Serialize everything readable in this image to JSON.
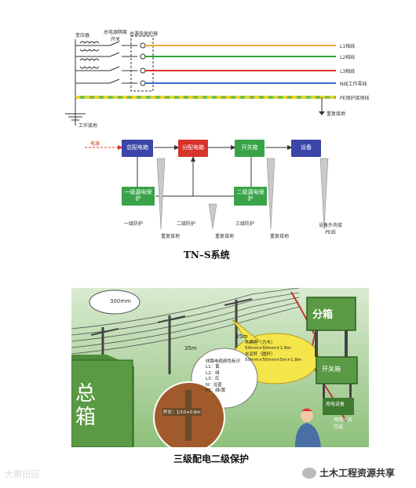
{
  "tns": {
    "transformer_label": "变压器",
    "switch_label": "总电源隔离开关",
    "leakage_label": "总漏电保护器",
    "lines": [
      {
        "label": "L1相线",
        "color": "#f2a640"
      },
      {
        "label": "L2相线",
        "color": "#33a336"
      },
      {
        "label": "L3相线",
        "color": "#d9342b"
      },
      {
        "label": "N线工作零线",
        "color": "#3b6dc9"
      },
      {
        "label": "PE保护接地线",
        "color": "#7cc043"
      }
    ],
    "work_ground": "工作接地",
    "repeat_ground": "重复接地",
    "power_in": "电源",
    "flow_boxes": [
      {
        "label": "总配电箱",
        "color": "#3b46a8"
      },
      {
        "label": "分配电箱",
        "color": "#d8332c"
      },
      {
        "label": "开关箱",
        "color": "#3aa34a"
      },
      {
        "label": "设备",
        "color": "#3b46a8"
      }
    ],
    "protect_boxes": [
      {
        "label": "一级漏电保护",
        "color": "#3aa34a"
      },
      {
        "label": "二级漏电保护",
        "color": "#3aa34a"
      }
    ],
    "level_labels": [
      "一级防护",
      "二级防护",
      "三级防护"
    ],
    "ground_labels": [
      "重复接地",
      "重复接地",
      "重复接地"
    ],
    "device_label": "设备外壳接PE线",
    "caption": "TN–S系统"
  },
  "site": {
    "dist_300": "300mm",
    "dist_35a": "35m",
    "dist_35b": "35m",
    "pole_info": "木横担（方木）\n50mm×50mm×1.8m\n水泥杆（圆杆）\n50mm×50mm×5m×1.8m",
    "wire_info": "线路电缆颜色标识\nL1：黄\nL2：绿\nL3：红\nN：淡蓝\nPE：绿/黄",
    "ground_info": "杆长：1/10+0.6m",
    "main_box": "总箱",
    "sub_box": "分箱",
    "switch_box": "开关箱",
    "device": "用电设备",
    "person_note": "用电人员\n完成",
    "caption": "三级配电二级保护"
  },
  "watermarks": {
    "left": "大鹏田园",
    "right": "土木工程资源共享"
  }
}
